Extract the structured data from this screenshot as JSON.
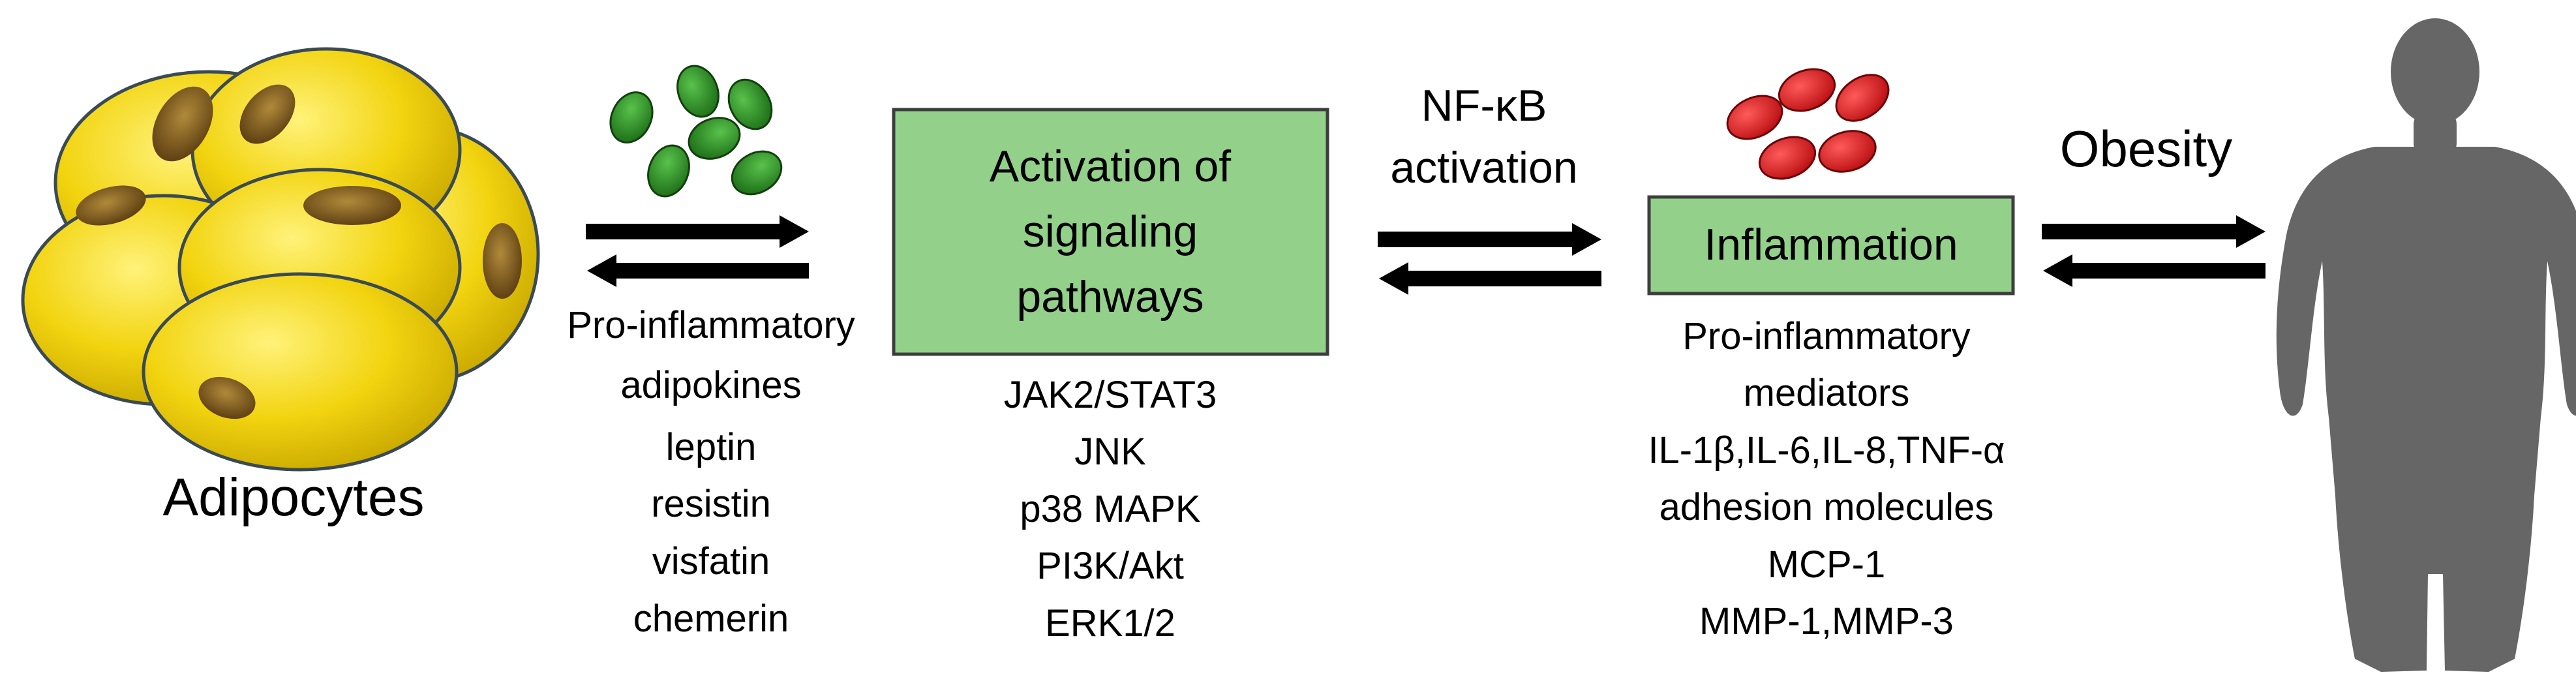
{
  "adipocytes": {
    "label": "Adipocytes",
    "color": "#f2d410"
  },
  "adipokines": {
    "title_line1": "Pro-inflammatory",
    "title_line2": "adipokines",
    "items": [
      "leptin",
      "resistin",
      "visfatin",
      "chemerin"
    ],
    "dot_color": "#2a8a22"
  },
  "signaling": {
    "box_line1": "Activation of",
    "box_line2": "signaling",
    "box_line3": "pathways",
    "box_color": "#93d18a",
    "items": [
      "JAK2/STAT3",
      "JNK",
      "p38 MAPK",
      "PI3K/Akt",
      "ERK1/2"
    ]
  },
  "nfkb": {
    "line1": "NF-κB",
    "line2": "activation"
  },
  "inflammation": {
    "box_label": "Inflammation",
    "box_color": "#93d18a",
    "dot_color": "#e8171b",
    "title_line1": "Pro-inflammatory",
    "title_line2": "mediators",
    "items": [
      "IL-1β,IL-6,IL-8,TNF-α",
      "adhesion molecules",
      "MCP-1",
      "MMP-1,MMP-3"
    ]
  },
  "obesity": {
    "label": "Obesity",
    "silhouette_color": "#666666"
  }
}
